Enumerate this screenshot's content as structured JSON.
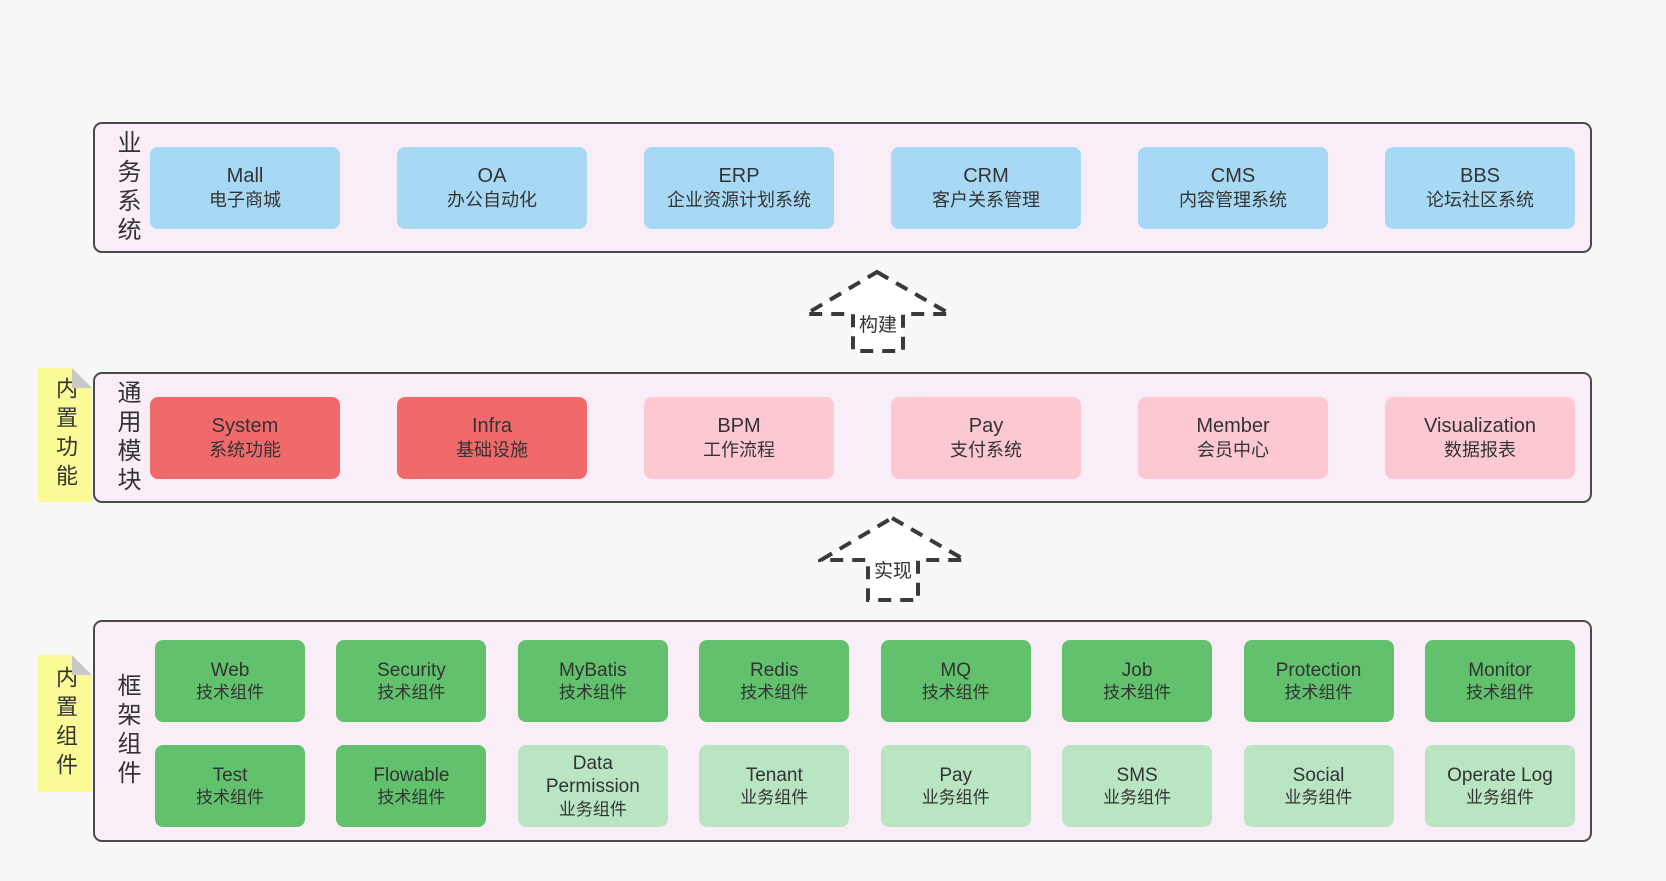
{
  "colors": {
    "page_bg": "#f8f8f8",
    "layer_bg": "#f9eef8",
    "layer_border": "#4a4a4a",
    "business_box_blue": "#a7d9f4",
    "core_module_red": "#f06a6b",
    "module_pink": "#fcc9d2",
    "tech_component_green": "#61c16c",
    "business_component_light_green": "#b9e5c2",
    "sticky_yellow": "#fafb96",
    "sticky_fold_gray": "#c9c9c9",
    "text": "#333333",
    "arrow_stroke": "#3a3a3a"
  },
  "layers": [
    {
      "id": "business-systems",
      "side_label": "业务系统",
      "boxes": [
        {
          "en": "Mall",
          "zh": "电子商城",
          "variant": "blue"
        },
        {
          "en": "OA",
          "zh": "办公自动化",
          "variant": "blue"
        },
        {
          "en": "ERP",
          "zh": "企业资源计划系统",
          "variant": "blue"
        },
        {
          "en": "CRM",
          "zh": "客户关系管理",
          "variant": "blue"
        },
        {
          "en": "CMS",
          "zh": "内容管理系统",
          "variant": "blue"
        },
        {
          "en": "BBS",
          "zh": "论坛社区系统",
          "variant": "blue"
        }
      ]
    },
    {
      "id": "common-modules",
      "side_label": "通用模块",
      "sticky": "内置功能",
      "boxes": [
        {
          "en": "System",
          "zh": "系统功能",
          "variant": "red"
        },
        {
          "en": "Infra",
          "zh": "基础设施",
          "variant": "red"
        },
        {
          "en": "BPM",
          "zh": "工作流程",
          "variant": "pink"
        },
        {
          "en": "Pay",
          "zh": "支付系统",
          "variant": "pink"
        },
        {
          "en": "Member",
          "zh": "会员中心",
          "variant": "pink"
        },
        {
          "en": "Visualization",
          "zh": "数据报表",
          "variant": "pink"
        }
      ]
    },
    {
      "id": "framework-components",
      "side_label": "框架组件",
      "sticky": "内置组件",
      "rows": [
        [
          {
            "en": "Web",
            "zh": "技术组件",
            "variant": "green"
          },
          {
            "en": "Security",
            "zh": "技术组件",
            "variant": "green"
          },
          {
            "en": "MyBatis",
            "zh": "技术组件",
            "variant": "green"
          },
          {
            "en": "Redis",
            "zh": "技术组件",
            "variant": "green"
          },
          {
            "en": "MQ",
            "zh": "技术组件",
            "variant": "green"
          },
          {
            "en": "Job",
            "zh": "技术组件",
            "variant": "green"
          },
          {
            "en": "Protection",
            "zh": "技术组件",
            "variant": "green"
          },
          {
            "en": "Monitor",
            "zh": "技术组件",
            "variant": "green"
          }
        ],
        [
          {
            "en": "Test",
            "zh": "技术组件",
            "variant": "green"
          },
          {
            "en": "Flowable",
            "zh": "技术组件",
            "variant": "green"
          },
          {
            "en": "Data Permission",
            "zh": "业务组件",
            "variant": "lightgreen"
          },
          {
            "en": "Tenant",
            "zh": "业务组件",
            "variant": "lightgreen"
          },
          {
            "en": "Pay",
            "zh": "业务组件",
            "variant": "lightgreen"
          },
          {
            "en": "SMS",
            "zh": "业务组件",
            "variant": "lightgreen"
          },
          {
            "en": "Social",
            "zh": "业务组件",
            "variant": "lightgreen"
          },
          {
            "en": "Operate Log",
            "zh": "业务组件",
            "variant": "lightgreen"
          }
        ]
      ]
    }
  ],
  "arrows": [
    {
      "label": "构建"
    },
    {
      "label": "实现"
    }
  ]
}
